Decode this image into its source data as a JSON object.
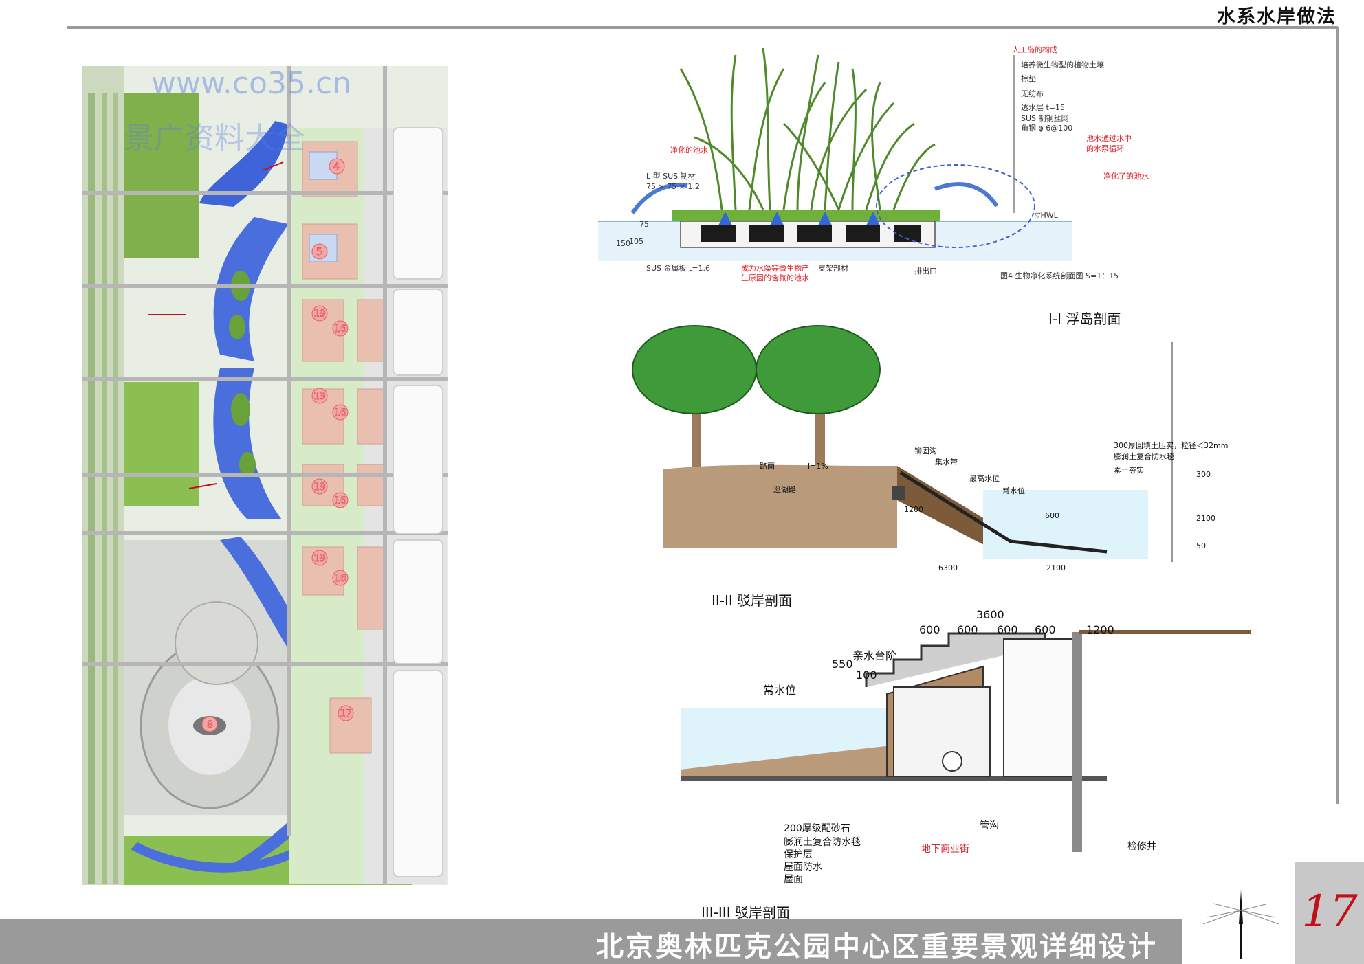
{
  "header": {
    "title": "水系水岸做法"
  },
  "site_plan": {
    "watermark_line1": "www.co35.cn",
    "watermark_line2": "景广资料大全",
    "plot_labels": [
      "4",
      "5",
      "19",
      "16",
      "19",
      "16",
      "19",
      "16",
      "19",
      "16",
      "8",
      "17"
    ]
  },
  "float_island": {
    "title": "人工岛的构成",
    "layers": [
      "培养微生物型的植物土壤",
      "棕垫",
      "无纺布",
      "透水层 t=15",
      "SUS 制钢丝网",
      "角钢 φ 6@100"
    ],
    "red_labels": {
      "purified_in": "净化的池水",
      "pump": "池水通过水中",
      "pump2": "的水泵循环",
      "purified_out": "净化了的池水",
      "algae": "成为水藻等微生物产",
      "algae2": "生原因的含氮的池水"
    },
    "notes": {
      "l_frame": "L 型 SUS 制材",
      "l_frame_size": "75 × 75 × 1.2",
      "sus_plate": "SUS 金属板 t=1.6",
      "support": "支架部材",
      "outlet": "排出口",
      "hwl": "▽HWL",
      "dim_150": "150",
      "dim_105": "105",
      "dim_75": "75"
    },
    "figure_note": "图4  生物净化系统剖面图  S=1：15",
    "caption": "I-I 浮岛剖面"
  },
  "revetment2": {
    "labels": {
      "ditch": "铆固沟",
      "water_belt": "集水带",
      "road": "路面",
      "slope": "i=1%",
      "patrol": "巡湖路",
      "max_water": "最高水位",
      "normal_water": "常水位",
      "layer1": "300厚回填土压实，粒径＜32mm",
      "layer2": "膨润土复合防水毯",
      "layer3": "素土夯实"
    },
    "dims": {
      "d1200": "1200",
      "d600": "600",
      "d6300": "6300",
      "d2100a": "2100",
      "d300": "300",
      "d2100b": "2100",
      "d50": "50"
    },
    "caption": "II-II 驳岸剖面"
  },
  "revetment3": {
    "dims": {
      "total": "3600",
      "s1": "600",
      "s2": "600",
      "s3": "600",
      "s4": "600",
      "s5": "1200",
      "h550": "550",
      "h100": "100"
    },
    "labels": {
      "steps": "亲水台阶",
      "normal_water": "常水位",
      "gravel": "200厚级配砂石",
      "membrane": "膨润土复合防水毯",
      "protect": "保护层",
      "roof_waterproof": "屋面防水",
      "roof": "屋面",
      "pipe": "管沟",
      "mall": "地下商业街",
      "well": "检修井"
    },
    "caption": "III-III 驳岸剖面"
  },
  "footer": {
    "title": "北京奥林匹克公园中心区重要景观详细设计",
    "page_number": "17"
  }
}
